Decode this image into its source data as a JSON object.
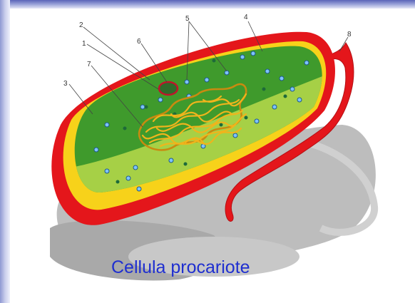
{
  "diagram": {
    "caption": "Cellula procariote",
    "labels": [
      "1",
      "2",
      "3",
      "4",
      "5",
      "6",
      "7",
      "8"
    ]
  },
  "colors": {
    "cell_wall": "#e4161b",
    "membrane": "#f7d21a",
    "cytoplasm_dark": "#3f9a2c",
    "cytoplasm_light": "#a6d046",
    "nucleoid": "#f0b41c",
    "shadow": "#b9b9b9",
    "caption": "#1f2fd0",
    "header": "#5a64b8"
  }
}
